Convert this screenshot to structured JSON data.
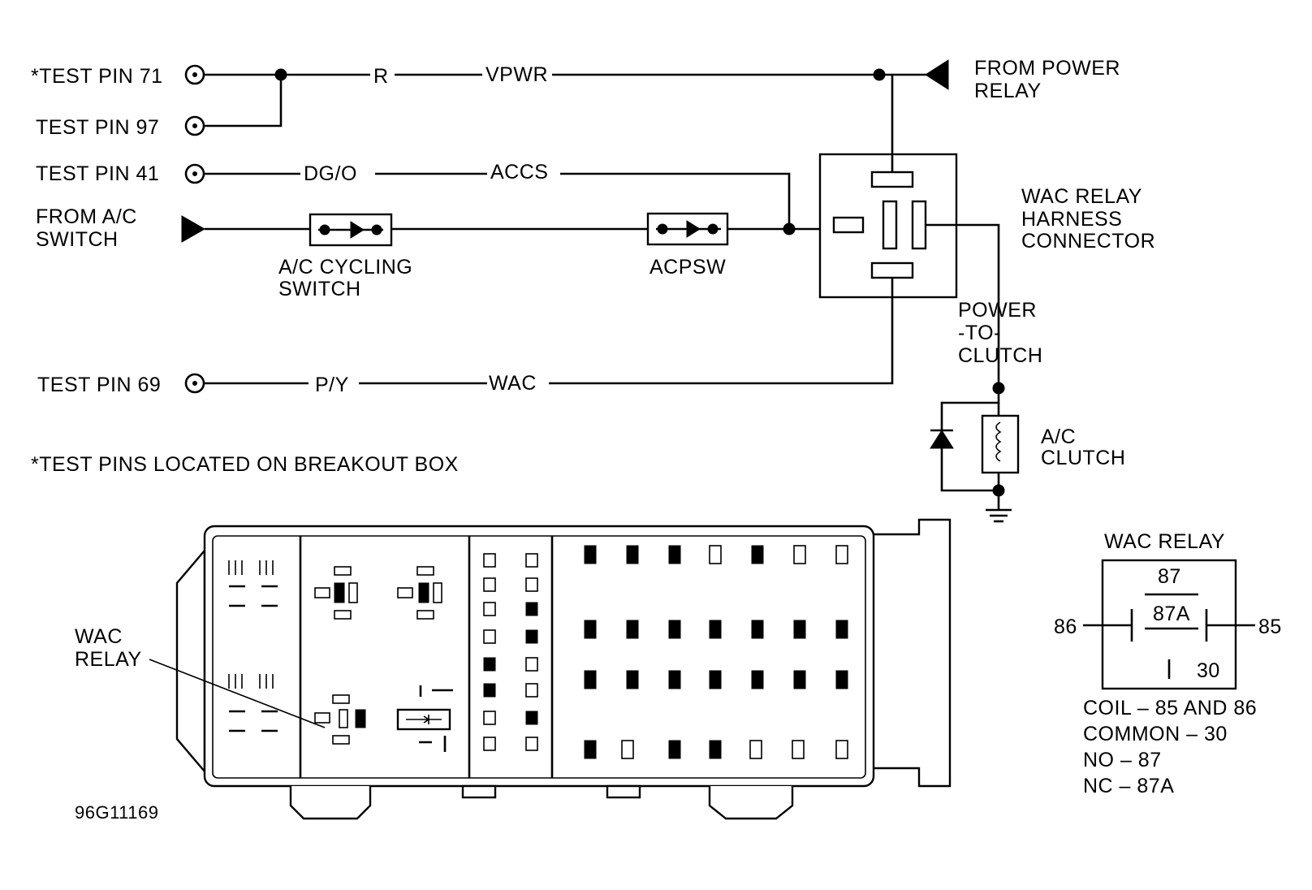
{
  "test_pins": {
    "pin71": "*TEST PIN 71",
    "pin97": "TEST PIN 97",
    "pin41": "TEST PIN 41",
    "pin69": "TEST PIN 69"
  },
  "wire_labels": {
    "r": "R",
    "vpwr": "VPWR",
    "dgo": "DG/O",
    "accs": "ACCS",
    "py": "P/Y",
    "wac": "WAC"
  },
  "sources": {
    "from_ac_switch": [
      "FROM A/C",
      "SWITCH"
    ],
    "from_power_relay": [
      "FROM POWER",
      "RELAY"
    ]
  },
  "components": {
    "ac_cycling_switch": [
      "A/C CYCLING",
      "SWITCH"
    ],
    "acpsw": "ACPSW",
    "wac_relay_harness_connector": [
      "WAC RELAY",
      "HARNESS",
      "CONNECTOR"
    ],
    "power_to_clutch": [
      "POWER",
      "-TO-",
      "CLUTCH"
    ],
    "ac_clutch": [
      "A/C",
      "CLUTCH"
    ]
  },
  "footnote": "*TEST PINS LOCATED ON BREAKOUT BOX",
  "fuse_box_callout": [
    "WAC",
    "RELAY"
  ],
  "figure_id": "96G11169",
  "wac_relay": {
    "title": "WAC RELAY",
    "terminals": {
      "t87": "87",
      "t87a": "87A",
      "t86": "86",
      "t85": "85",
      "t30": "30"
    },
    "legend": [
      "COIL – 85 AND 86",
      "COMMON – 30",
      "NO – 87",
      "NC – 87A"
    ]
  }
}
